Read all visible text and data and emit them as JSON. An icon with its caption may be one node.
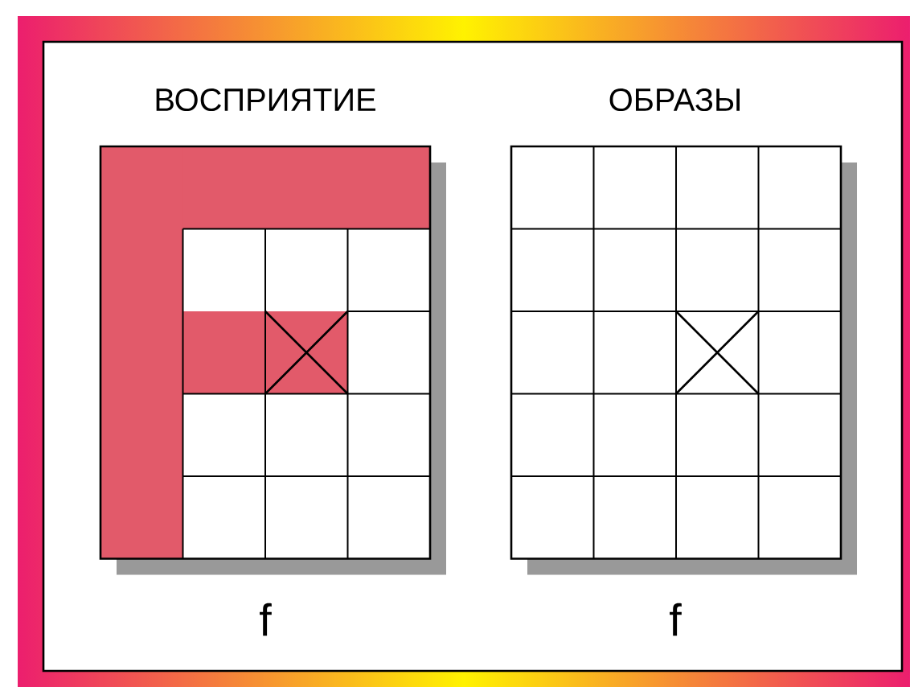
{
  "diagram": {
    "labels": [
      "ВОСПРИЯТИЕ",
      "ОБРАЗЫ",
      "f",
      "f"
    ]
  }
}
